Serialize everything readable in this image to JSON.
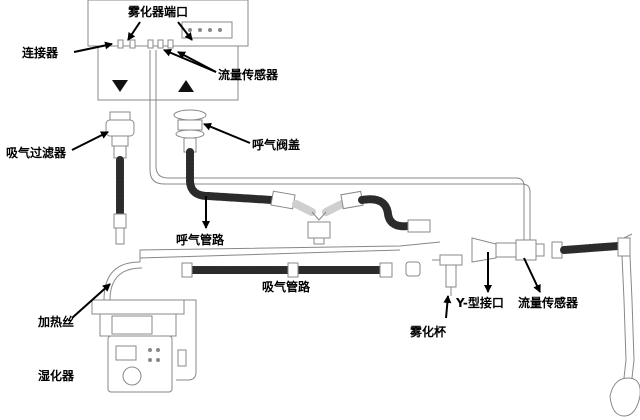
{
  "labels": {
    "nebulizer_port": "雾化器端口",
    "connector": "连接器",
    "flow_sensor_top": "流量传感器",
    "inspiratory_filter": "吸气过滤器",
    "exhalation_valve_cover": "呼气阀盖",
    "expiratory_limb": "呼气管路",
    "inspiratory_limb": "吸气管路",
    "heater_wire": "加热丝",
    "humidifier": "湿化器",
    "nebulizer_cup": "雾化杯",
    "y_piece": "Y-型接口",
    "flow_sensor_bottom": "流量传感器"
  },
  "colors": {
    "line": "#000000",
    "outline": "#888888",
    "tubing_dark": "#2b2b2b",
    "tubing_light": "#cfcfcf",
    "background": "#ffffff"
  },
  "icons": {
    "inspiratory_port": "triangle-down-icon",
    "expiratory_port": "triangle-up-icon"
  }
}
